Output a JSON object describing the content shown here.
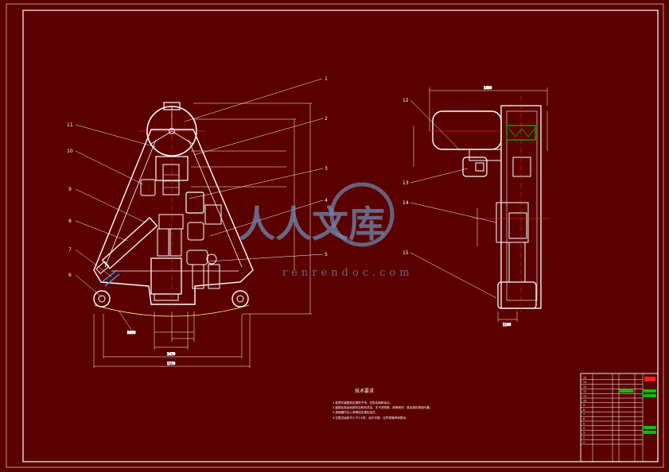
{
  "colors": {
    "background": "#5a0000",
    "lines": "#ffffff",
    "dimension_lines": "#ffffff",
    "arc": "#ffff66",
    "hidden": "#3fa0ff",
    "highlight": "#00c000",
    "title_red": "#ff2020",
    "watermark": "#6f8ab0"
  },
  "front_view": {
    "part_numbers": [
      "1",
      "2",
      "3",
      "4",
      "5",
      "6",
      "7",
      "8",
      "9",
      "10",
      "11"
    ],
    "dimensions": {
      "bottom_1": "1770",
      "bottom_2": "2470",
      "arc_radius": "R850"
    }
  },
  "side_view": {
    "part_numbers": [
      "12",
      "13",
      "14",
      "15"
    ],
    "dimensions": {
      "top": "1630",
      "bottom": "1100"
    }
  },
  "technical_requirements": {
    "title": "技术要求",
    "lines": [
      "1.各零件装配前应清洗干净，去除毛刺和油污。",
      "2.装配后各运动部件应转动灵活，无卡滞现象，润滑良好，各连接处紧固可靠。",
      "3.减速器内注入润滑油至规定油位。",
      "4.空载试运转不少于2小时，运行平稳，无异常噪声和振动。"
    ]
  },
  "watermark": {
    "cn": "人人文库",
    "url": "renrendoc.com"
  },
  "title_block": {
    "seq": [
      "15",
      "14",
      "13",
      "12",
      "11",
      "10",
      "9",
      "8",
      "7",
      "6",
      "5",
      "4",
      "3",
      "2",
      "1"
    ]
  }
}
